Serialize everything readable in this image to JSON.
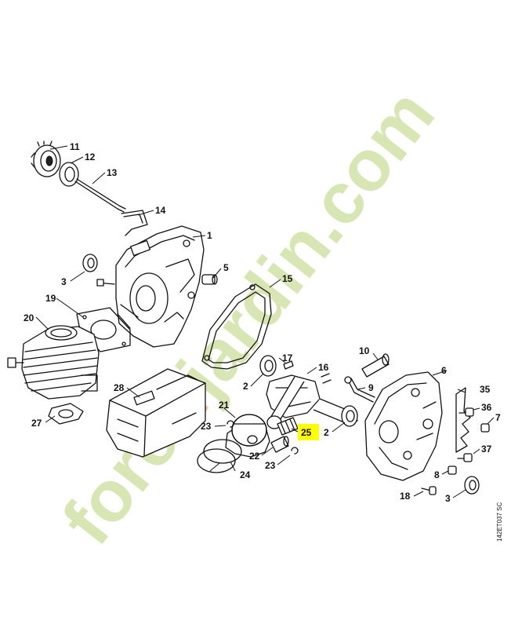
{
  "watermark": {
    "text_part1": "fore",
    "text_part2": "t",
    "text_part3": "jardin.com",
    "color_green": "#d8e6b3",
    "color_orange": "#f2c999",
    "color_grey": "#d2c8bd"
  },
  "highlight_color": "#ffff00",
  "reference_code": "142ET037 SC",
  "labels": {
    "p1": "1",
    "p2a": "2",
    "p2b": "2",
    "p3a": "3",
    "p3b": "3",
    "p5": "5",
    "p6": "6",
    "p7": "7",
    "p8": "8",
    "p9": "9",
    "p10": "10",
    "p11": "11",
    "p12": "12",
    "p13": "13",
    "p14": "14",
    "p15": "15",
    "p16": "16",
    "p17": "17",
    "p18": "18",
    "p19": "19",
    "p20": "20",
    "p21": "21",
    "p22": "22",
    "p23a": "23",
    "p23b": "23",
    "p24": "24",
    "p25": "25",
    "p27": "27",
    "p28": "28",
    "p35": "35",
    "p36": "36",
    "p37": "37"
  }
}
